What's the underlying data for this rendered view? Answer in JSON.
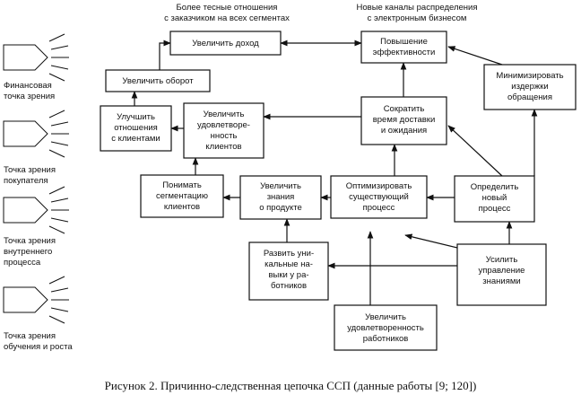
{
  "top_labels": {
    "customer_relations": [
      "Более тесные отношения",
      "с заказчиком на всех сегментах"
    ],
    "new_channels": [
      "Новые каналы распределения",
      "с электронным бизнесом"
    ]
  },
  "perspectives": [
    {
      "id": "financial",
      "lines": [
        "Финансовая",
        "точка зрения"
      ]
    },
    {
      "id": "customer",
      "lines": [
        "Точка зрения",
        "покупателя"
      ]
    },
    {
      "id": "internal",
      "lines": [
        "Точка зрения",
        "внутреннего",
        "процесса"
      ]
    },
    {
      "id": "learning",
      "lines": [
        "Точка зрения",
        "обучения и роста"
      ]
    }
  ],
  "nodes": {
    "increase_income": [
      "Увеличить доход"
    ],
    "increase_efficiency": [
      "Повышение",
      "эффективности"
    ],
    "increase_turnover": [
      "Увеличить оборот"
    ],
    "minimize_costs": [
      "Минимизировать",
      "издержки",
      "обращения"
    ],
    "improve_relations": [
      "Улучшить",
      "отношения",
      "с клиентами"
    ],
    "increase_satisfaction": [
      "Увеличить",
      "удовлетворе-",
      "нность",
      "клиентов"
    ],
    "reduce_time": [
      "Сократить",
      "время доставки",
      "и ожидания"
    ],
    "understand_segmentation": [
      "Понимать",
      "сегментацию",
      "клиентов"
    ],
    "increase_knowledge": [
      "Увеличить",
      "знания",
      "о продукте"
    ],
    "optimize_process": [
      "Оптимизировать",
      "существующий",
      "процесс"
    ],
    "define_process": [
      "Определить",
      "новый",
      "процесс"
    ],
    "develop_skills": [
      "Развить уни-",
      "кальные на-",
      "выки у ра-",
      "ботников"
    ],
    "knowledge_management": [
      "Усилить",
      "управление",
      "знаниями"
    ],
    "employee_satisfaction": [
      "Увеличить",
      "удовлетворенность",
      "работников"
    ]
  },
  "caption": "Рисунок 2. Причинно-следственная цепочка ССП (данные работы [9; 120])"
}
